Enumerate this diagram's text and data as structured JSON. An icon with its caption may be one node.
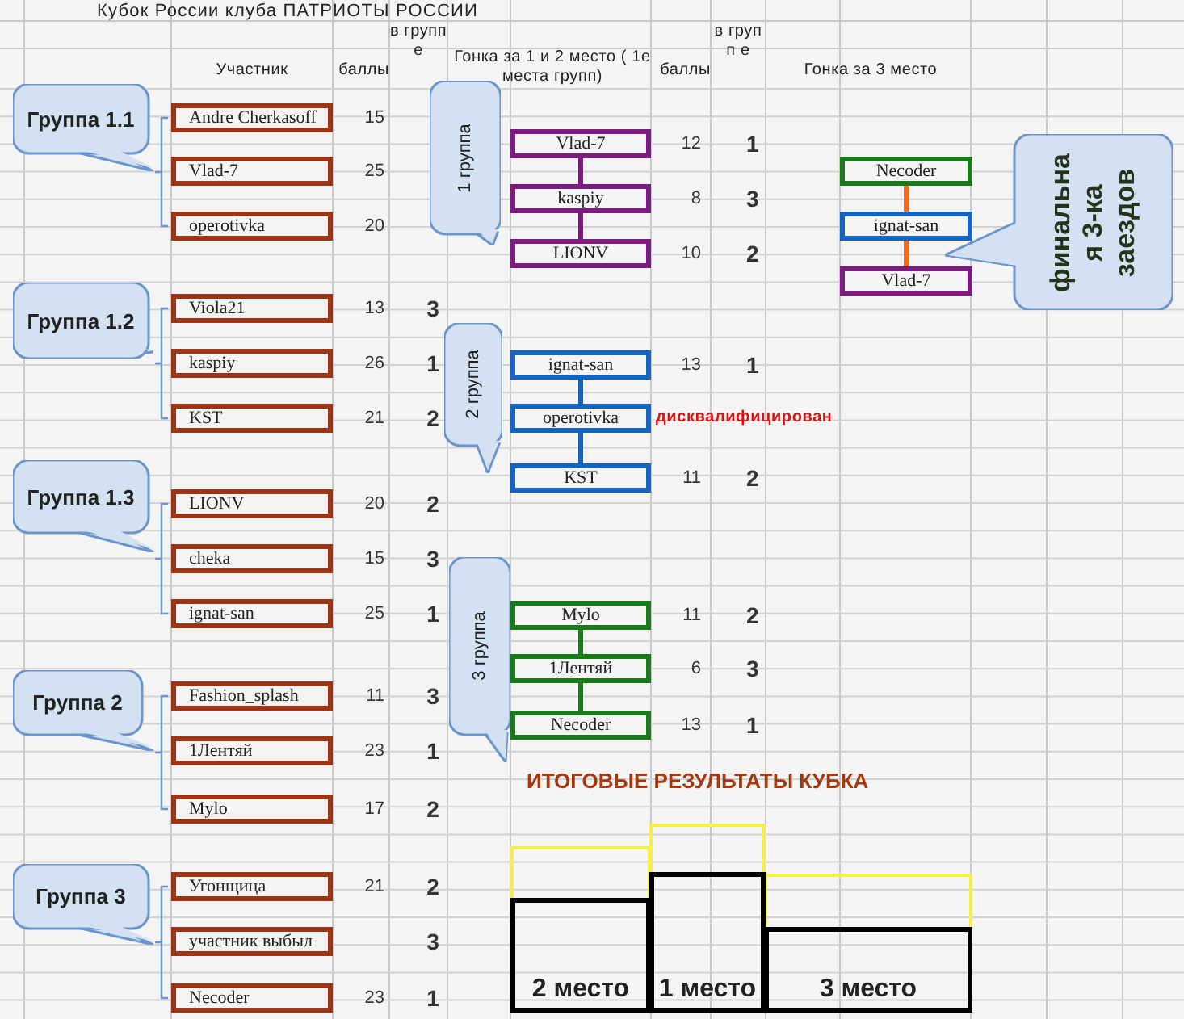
{
  "diagram": {
    "title": "Кубок России клуба ПАТРИОТЫ РОССИИ",
    "nodes": [
      {
        "text": [
          "Группа 1.1"
        ]
      },
      {
        "text": [
          "Andre Cherkasoff"
        ],
        "beside": [
          "15"
        ]
      },
      {
        "text": [
          "Vlad-7"
        ],
        "beside": [
          "25"
        ]
      },
      {
        "text": [
          "operotivka"
        ],
        "beside": [
          "20"
        ]
      },
      {
        "text": [
          "Группа 1.2"
        ]
      },
      {
        "text": [
          "Viola21"
        ],
        "beside": [
          "13"
        ]
      },
      {
        "text": [
          "kaspiy"
        ],
        "beside": [
          "26"
        ]
      },
      {
        "text": [
          "KST"
        ],
        "beside": [
          "21"
        ]
      },
      {
        "text": [
          "Группа 1.3"
        ]
      },
      {
        "text": [
          "LIONV"
        ],
        "beside": [
          "20"
        ]
      },
      {
        "text": [
          "cheka"
        ],
        "beside": [
          "15"
        ]
      },
      {
        "text": [
          "ignat-san"
        ],
        "beside": [
          "25"
        ]
      },
      {
        "text": [
          "Группа 2"
        ]
      },
      {
        "text": [
          "Fashion_splash"
        ],
        "beside": [
          "11"
        ]
      },
      {
        "text": [
          "1Лентяй"
        ],
        "beside": [
          "23"
        ]
      },
      {
        "text": [
          "Mylo"
        ],
        "beside": [
          "17"
        ]
      },
      {
        "text": [
          "Группа 3"
        ]
      },
      {
        "text": [
          "Угонщица"
        ],
        "beside": [
          "21"
        ]
      },
      {
        "text": [
          "участник выбыл"
        ]
      },
      {
        "text": [
          "Necoder"
        ],
        "beside": [
          "23"
        ]
      },
      {
        "text": [
          "1 группа"
        ]
      },
      {
        "text": [
          "Vlad-7"
        ],
        "beside": [
          "12",
          "1"
        ]
      },
      {
        "text": [
          "kaspiy"
        ],
        "beside": [
          "8",
          "3"
        ]
      },
      {
        "text": [
          "LIONV"
        ],
        "beside": [
          "10",
          "2"
        ]
      },
      {
        "text": [
          "2 группа"
        ]
      },
      {
        "text": [
          "ignat-san"
        ],
        "beside": [
          "13",
          "1"
        ]
      },
      {
        "text": [
          "operotivka"
        ],
        "beside": [
          "дисквалифицирован"
        ]
      },
      {
        "text": [
          "KST"
        ],
        "beside": [
          "11",
          "2"
        ]
      },
      {
        "text": [
          "3 группа"
        ]
      },
      {
        "text": [
          "Mylo"
        ],
        "beside": [
          "11",
          "2"
        ]
      },
      {
        "text": [
          "1Лентяй"
        ],
        "beside": [
          "6",
          "3"
        ]
      },
      {
        "text": [
          "Necoder"
        ],
        "beside": [
          "13",
          "1"
        ]
      },
      {
        "text": [
          "Necoder"
        ]
      },
      {
        "text": [
          "ignat-san"
        ]
      },
      {
        "text": [
          "Vlad-7"
        ]
      },
      {
        "text": [
          "финальна я 3-ка заездов"
        ]
      },
      {
        "text": [],
        "shape": "box"
      },
      {
        "text": [],
        "shape": "box"
      },
      {
        "text": [],
        "shape": "box"
      },
      {
        "text": [
          "2 место"
        ]
      },
      {
        "text": [
          "1 место"
        ]
      },
      {
        "text": [
          "3 место"
        ]
      }
    ],
    "edges": [
      {
        "from": 21,
        "to": 22,
        "arrow": "none",
        "color": "#7b1a80"
      },
      {
        "from": 22,
        "to": 23,
        "arrow": "none",
        "color": "#7b1a80"
      },
      {
        "from": 25,
        "to": 26,
        "arrow": "none",
        "color": "#1565c0"
      },
      {
        "from": 26,
        "to": 27,
        "arrow": "none",
        "color": "#1565c0"
      },
      {
        "from": 29,
        "to": 30,
        "arrow": "none",
        "color": "#1a7a1a"
      },
      {
        "from": 30,
        "to": 31,
        "arrow": "none",
        "color": "#1a7a1a"
      },
      {
        "from": 32,
        "to": 33,
        "arrow": "none",
        "color": "#ff6a1a"
      },
      {
        "from": 33,
        "to": 34,
        "arrow": "none",
        "color": "#ff6a1a"
      }
    ],
    "labels": [
      "Участник",
      "баллы",
      "в групп е",
      "Гонка за 1 и 2 место ( 1е места групп)",
      "баллы",
      "в групп е",
      "Гонка за 3 место",
      "3",
      "1",
      "2",
      "2",
      "3",
      "1",
      "3",
      "1",
      "2",
      "2",
      "3",
      "1",
      "ИТОГОВЫЕ РЕЗУЛЬТАТЫ КУБКА"
    ]
  }
}
